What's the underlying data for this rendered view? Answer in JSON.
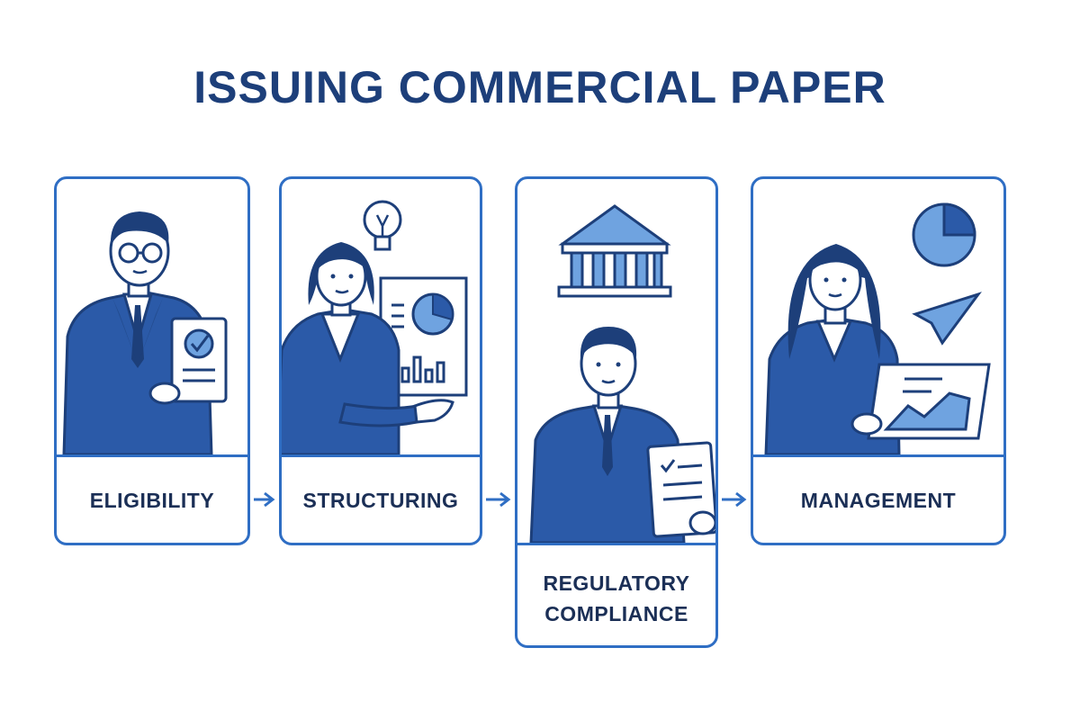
{
  "title": "ISSUING COMMERCIAL PAPER",
  "steps": [
    {
      "label": "ELIGIBILITY"
    },
    {
      "label": "STRUCTURING"
    },
    {
      "label": "REGULATORY COMPLIANCE"
    },
    {
      "label": "MANAGEMENT"
    }
  ],
  "colors": {
    "navy": "#1d3f7a",
    "suit": "#2b5aa8",
    "accent": "#2f6ec4",
    "light": "#6fa3e0",
    "skin": "#ffffff"
  },
  "icons": [
    "checkmark-document-icon",
    "lightbulb-icon",
    "pie-chart-icon",
    "bar-chart-icon",
    "bank-building-icon",
    "document-icon",
    "paper-plane-icon",
    "laptop-icon",
    "trend-chart-icon"
  ]
}
